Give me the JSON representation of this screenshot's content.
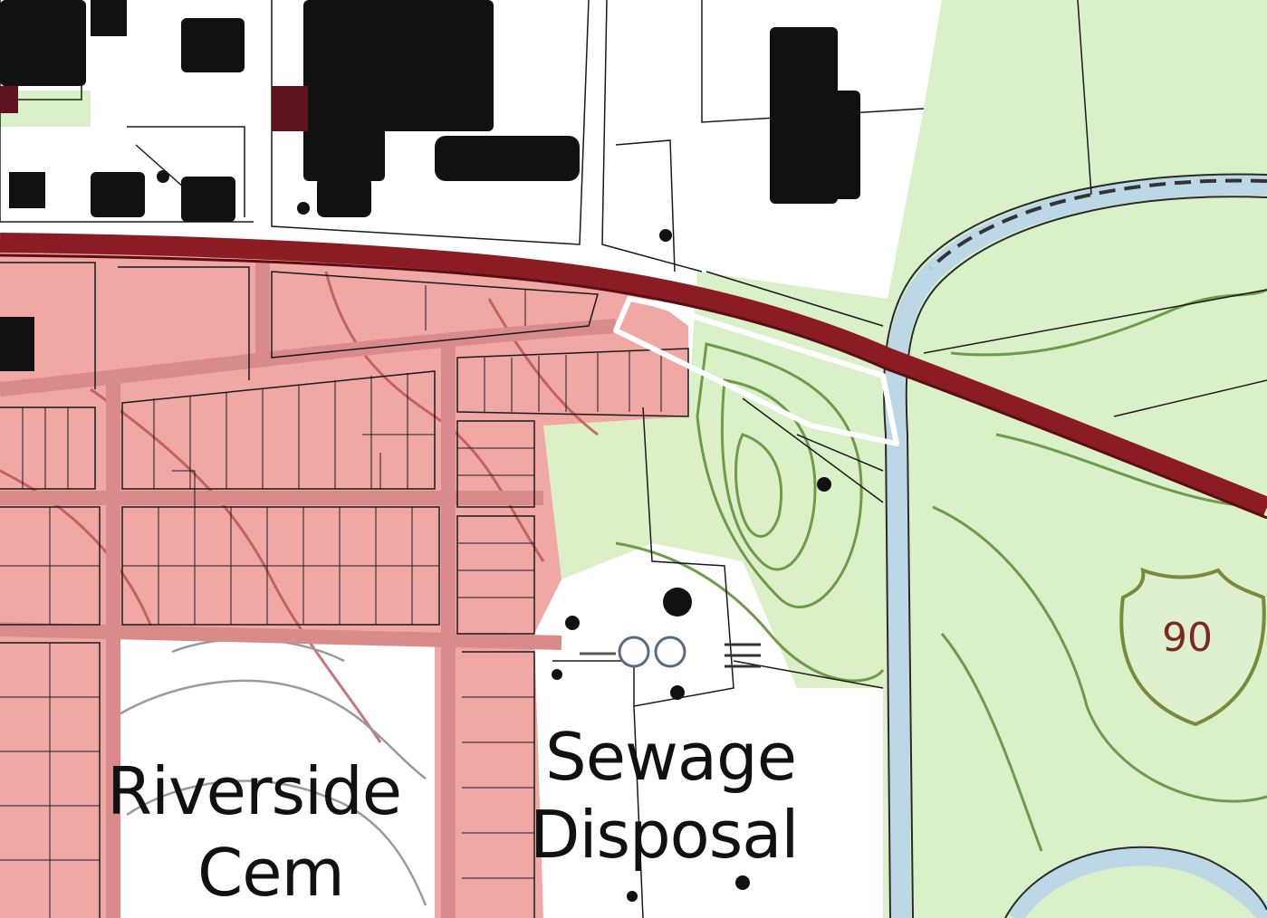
{
  "map": {
    "labels": {
      "riverside": "Riverside",
      "cem": "Cem",
      "sewage": "Sewage",
      "disposal": "Disposal"
    },
    "route_shield": {
      "number": "90",
      "icon": "us-route-shield-icon"
    },
    "colors": {
      "urban_area": "#f0a8a4",
      "vegetation": "#d9f0c8",
      "road": "#8c1c24",
      "water": "#bcd8e6",
      "contour": "#6e9a4a",
      "contour_urban": "#b44a4a",
      "building": "#111111",
      "parcel_line": "#1a1a1a",
      "highlight_parcel": "#ffffff"
    }
  }
}
